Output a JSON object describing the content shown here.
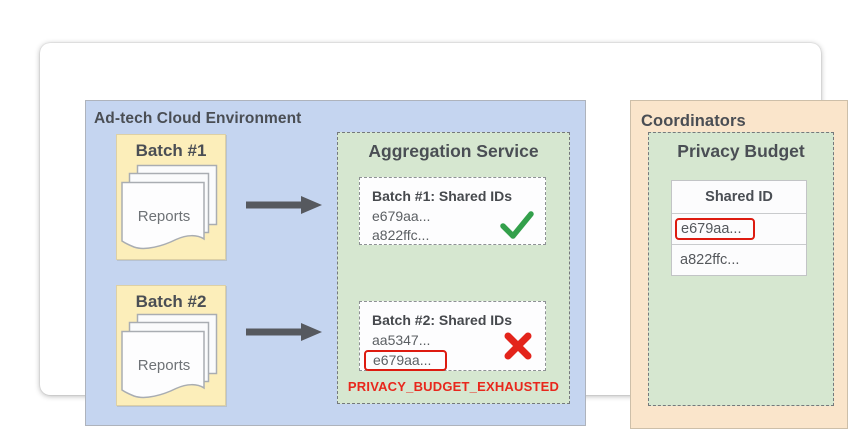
{
  "adtech": {
    "title": "Ad-tech Cloud Environment",
    "batches": [
      {
        "label": "Batch #1",
        "doc_label": "Reports"
      },
      {
        "label": "Batch #2",
        "doc_label": "Reports"
      }
    ],
    "aggregation": {
      "title": "Aggregation Service",
      "results": [
        {
          "title": "Batch #1: Shared IDs",
          "ids": [
            "e679aa...",
            "a822ffc..."
          ],
          "status": "success"
        },
        {
          "title": "Batch #2: Shared IDs",
          "ids": [
            "aa5347...",
            "e679aa..."
          ],
          "status": "failure",
          "highlighted_id": "e679aa..."
        }
      ],
      "error_label": "PRIVACY_BUDGET_EXHAUSTED"
    }
  },
  "coordinators": {
    "title": "Coordinators",
    "privacy_budget": {
      "title": "Privacy Budget",
      "table": {
        "header": "Shared ID",
        "rows": [
          {
            "value": "e679aa...",
            "highlighted": true
          },
          {
            "value": "a822ffc...",
            "highlighted": false
          }
        ]
      }
    }
  },
  "colors": {
    "env_blue": "#c5d5f0",
    "batch_yellow": "#fceeba",
    "service_green": "#d6e7d0",
    "coordinator_peach": "#fae5cb",
    "success_green": "#33a04b",
    "error_red": "#e3241b",
    "highlight_red": "#dd1b10",
    "arrow_gray": "#56595f"
  }
}
